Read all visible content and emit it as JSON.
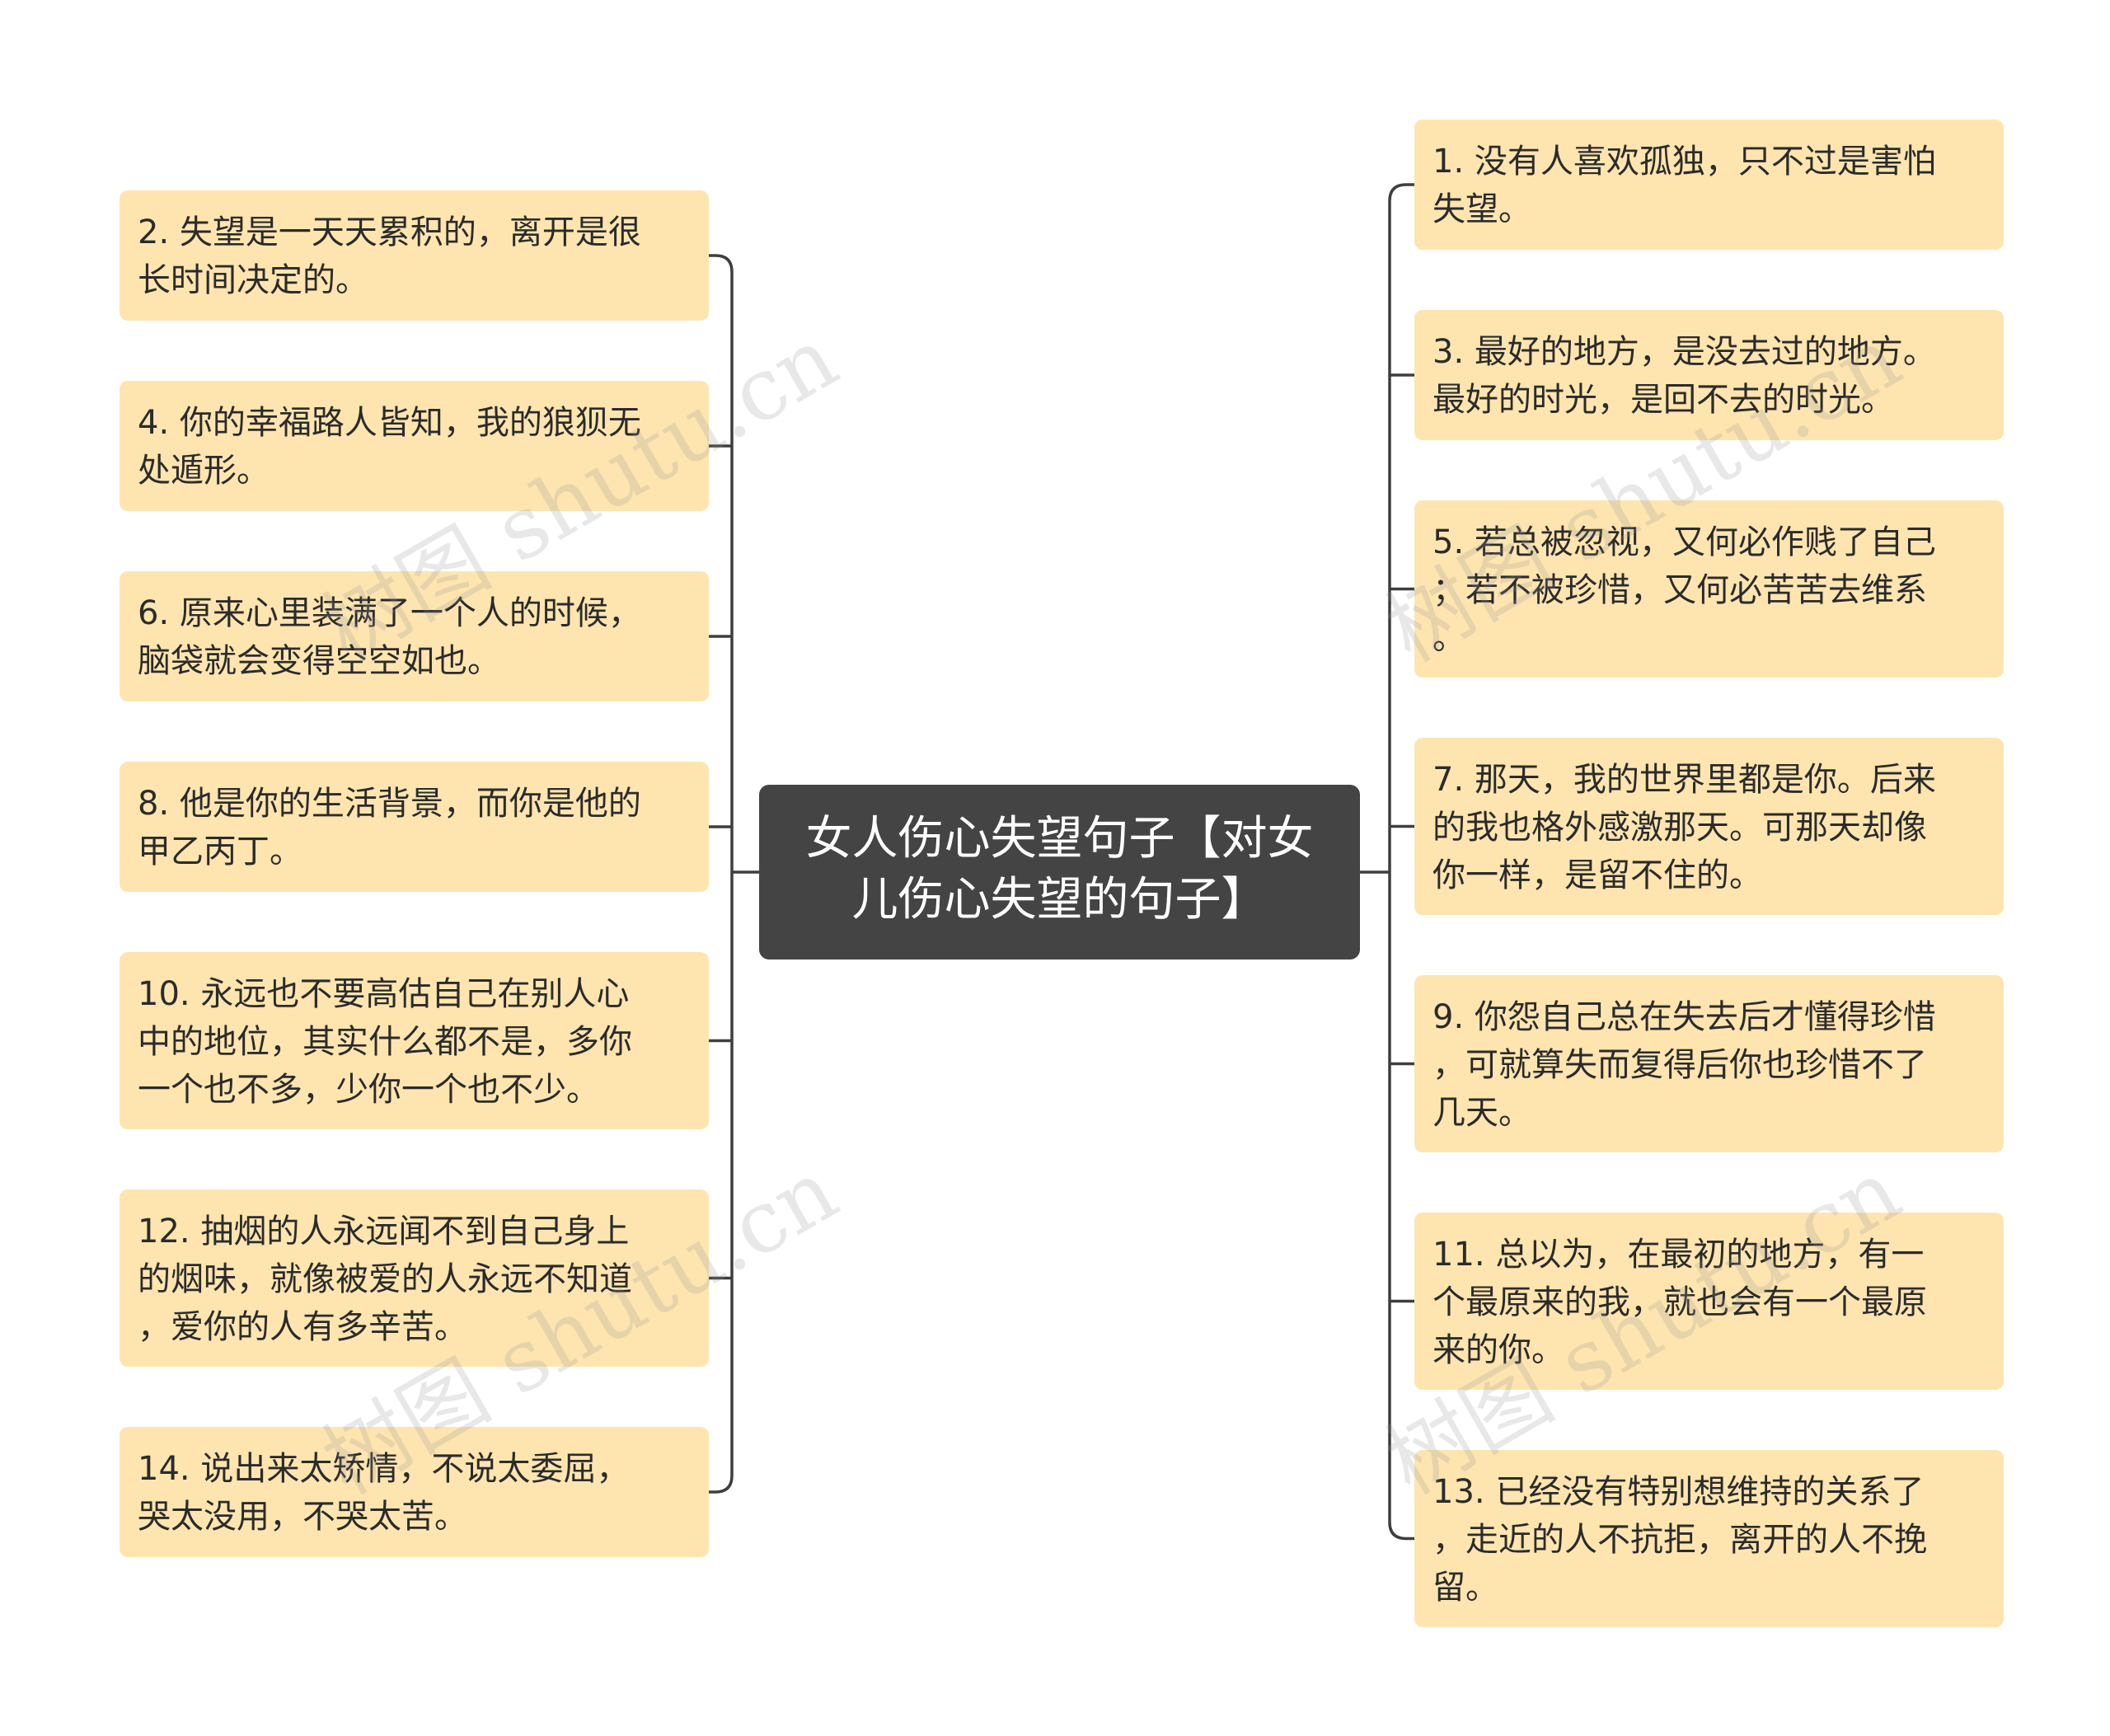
{
  "watermark": "树图 shutu.cn",
  "root": {
    "text": "女人伤心失望句子【对女\n儿伤心失望的句子】"
  },
  "left_nodes": [
    {
      "text": "2. 失望是一天天累积的，离开是很\n长时间决定的。"
    },
    {
      "text": "4. 你的幸福路人皆知，我的狼狈无\n处遁形。"
    },
    {
      "text": "6. 原来心里装满了一个人的时候，\n脑袋就会变得空空如也。"
    },
    {
      "text": "8. 他是你的生活背景，而你是他的\n甲乙丙丁。"
    },
    {
      "text": "10. 永远也不要高估自己在别人心\n中的地位，其实什么都不是，多你\n一个也不多，少你一个也不少。"
    },
    {
      "text": "12. 抽烟的人永远闻不到自己身上\n的烟味，就像被爱的人永远不知道\n，爱你的人有多辛苦。"
    },
    {
      "text": "14. 说出来太矫情，不说太委屈，\n哭太没用，不哭太苦。"
    }
  ],
  "right_nodes": [
    {
      "text": "1. 没有人喜欢孤独，只不过是害怕\n失望。"
    },
    {
      "text": "3. 最好的地方，是没去过的地方。\n最好的时光，是回不去的时光。"
    },
    {
      "text": "5. 若总被忽视，又何必作贱了自己\n；若不被珍惜，又何必苦苦去维系\n。"
    },
    {
      "text": "7. 那天，我的世界里都是你。后来\n的我也格外感激那天。可那天却像\n你一样，是留不住的。"
    },
    {
      "text": "9. 你怨自己总在失去后才懂得珍惜\n，可就算失而复得后你也珍惜不了\n几天。"
    },
    {
      "text": "11. 总以为，在最初的地方，有一\n个最原来的我，就也会有一个最原\n来的你。"
    },
    {
      "text": "13. 已经没有特别想维持的关系了\n，走近的人不抗拒，离开的人不挽\n留。"
    }
  ]
}
